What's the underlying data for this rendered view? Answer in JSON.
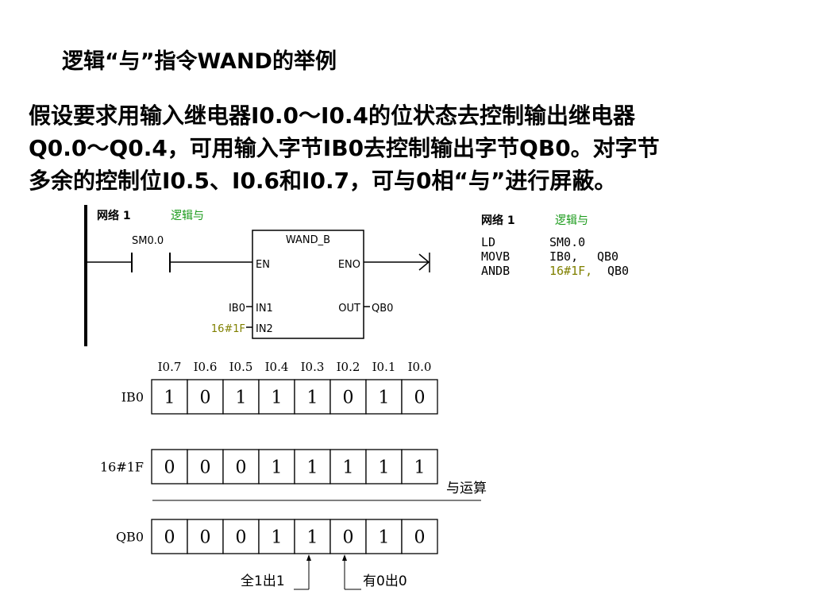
{
  "title": "逻辑“与”指令WAND的举例",
  "paragraph": [
    "假设要求用输入继电器I0.0～I0.4的位状态去控制输出继电器",
    "Q0.0～Q0.4，可用输入字节IB0去控制输出字节QB0。对字节",
    "多余的控制位I0.5、I0.6和I0.7，可与0相“与”进行屏蔽。"
  ],
  "ladder": {
    "network_label": "网络 1",
    "network_comment": "逻辑与",
    "contact": "SM0.0",
    "block_name": "WAND_B",
    "en": "EN",
    "eno": "ENO",
    "in1": "IN1",
    "in2": "IN2",
    "out": "OUT",
    "in1_operand": "IB0",
    "in2_operand": "16#1F",
    "out_operand": "QB0"
  },
  "stl": {
    "network_label": "网络 1",
    "network_comment": "逻辑与",
    "lines": [
      {
        "op": "LD",
        "arg1": "SM0.0",
        "arg2": ""
      },
      {
        "op": "MOVB",
        "arg1": "IB0,",
        "arg2": "QB0"
      },
      {
        "op": "ANDB",
        "arg1": "16#1F,",
        "arg2": "QB0"
      }
    ]
  },
  "bits": {
    "headers": [
      "I0.7",
      "I0.6",
      "I0.5",
      "I0.4",
      "I0.3",
      "I0.2",
      "I0.1",
      "I0.0"
    ],
    "rows": [
      {
        "label": "IB0",
        "values": [
          "1",
          "0",
          "1",
          "1",
          "1",
          "0",
          "1",
          "0"
        ]
      },
      {
        "label": "16#1F",
        "values": [
          "0",
          "0",
          "0",
          "1",
          "1",
          "1",
          "1",
          "1"
        ]
      },
      {
        "label": "QB0",
        "values": [
          "0",
          "0",
          "0",
          "1",
          "1",
          "0",
          "1",
          "0"
        ]
      }
    ],
    "op_label": "与运算",
    "note_left": "全1出1",
    "note_right": "有0出0"
  },
  "colors": {
    "comment_green": "#1a9a1a",
    "constant_olive": "#808000"
  }
}
